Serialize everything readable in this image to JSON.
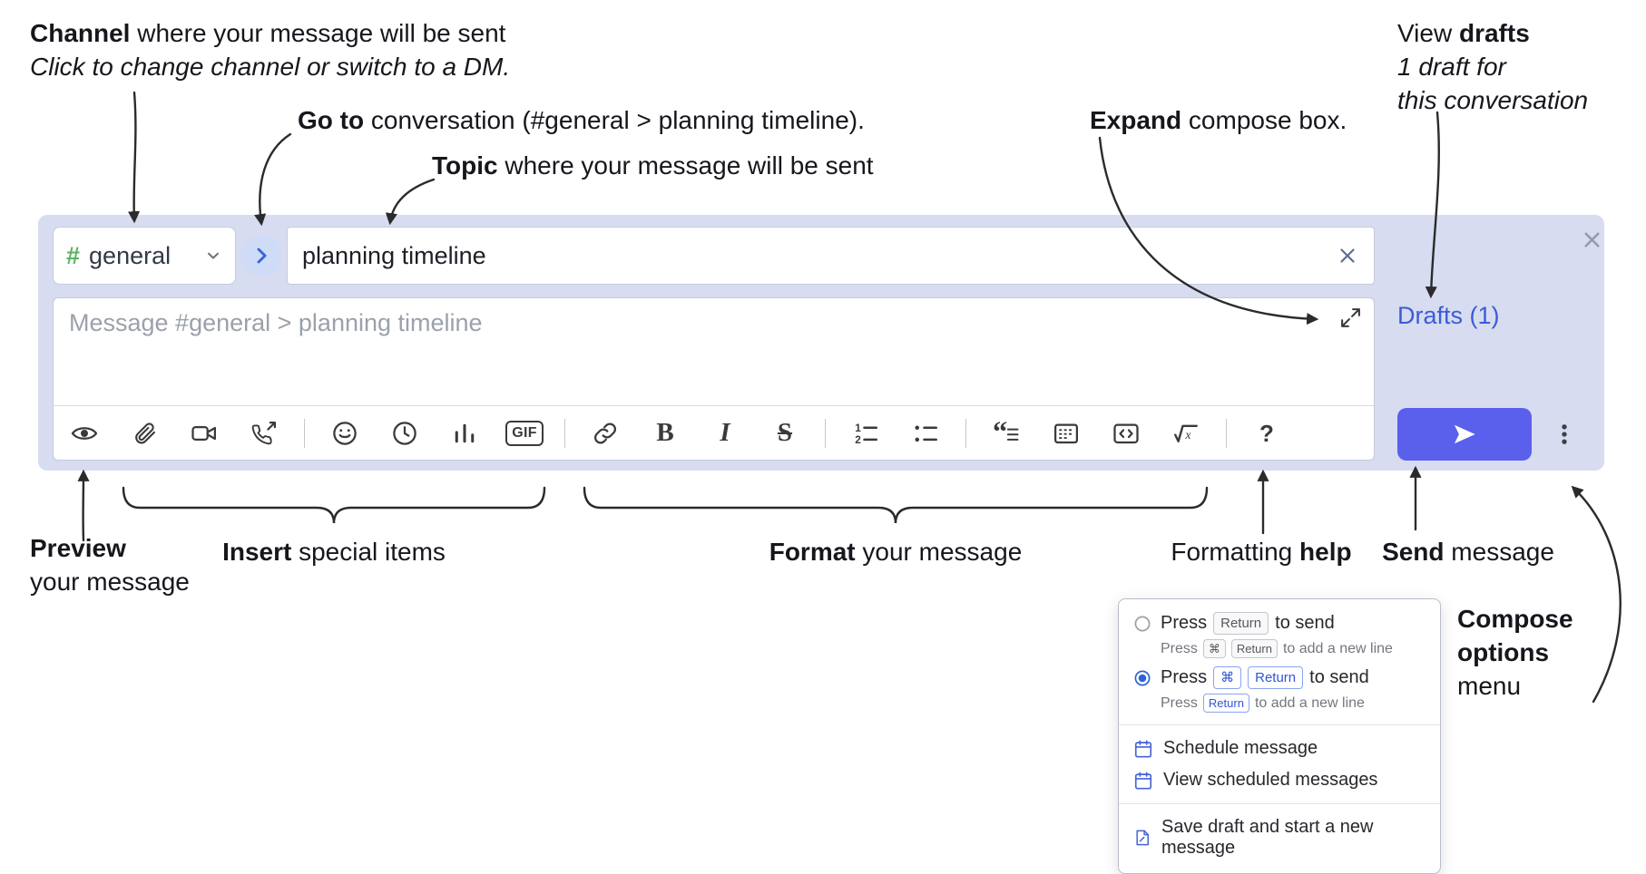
{
  "annotations": {
    "channel": {
      "bold": "Channel",
      "rest": " where your message will be sent",
      "subtitle": "Click to change channel or switch to a DM."
    },
    "go_to": {
      "bold": "Go to",
      "rest": " conversation (#general > planning timeline)."
    },
    "topic": {
      "bold": "Topic",
      "rest": " where your message will be sent"
    },
    "expand": {
      "bold": "Expand",
      "rest": " compose box."
    },
    "view_drafts": {
      "pre": "View ",
      "bold": "drafts",
      "line2": "1 draft for",
      "line3": "this conversation"
    },
    "preview": {
      "bold": "Preview",
      "line2": "your message"
    },
    "insert": {
      "bold": "Insert",
      "rest": " special items"
    },
    "format": {
      "bold": "Format",
      "rest": " your message"
    },
    "formatting_help": {
      "pre": "Formatting ",
      "bold": "help"
    },
    "send": {
      "bold": "Send",
      "rest": " message"
    },
    "compose_options": {
      "line1": "Compose",
      "line2": "options",
      "line3": "menu"
    }
  },
  "compose_box": {
    "channel_hash": "#",
    "channel_name": "general",
    "topic_value": "planning timeline",
    "message_placeholder": "Message #general > planning timeline",
    "drafts_link": "Drafts (1)"
  },
  "toolbar": {
    "gif": "GIF",
    "bold": "B",
    "italic": "I",
    "strikethrough": "S",
    "numbered_one": "1",
    "numbered_two": "2",
    "quote_mark": "“",
    "math_x": "x",
    "help": "?"
  },
  "options_menu": {
    "option_enter": {
      "press": "Press",
      "key_return": "Return",
      "suffix": "to send",
      "sub_press": "Press",
      "sub_key_cmd": "⌘",
      "sub_key_return": "Return",
      "sub_suffix": "to add a new line"
    },
    "option_cmd_enter": {
      "press": "Press",
      "key_cmd": "⌘",
      "key_return": "Return",
      "suffix": "to send",
      "sub_press": "Press",
      "sub_key_return": "Return",
      "sub_suffix": "to add a new line"
    },
    "schedule_message": "Schedule message",
    "view_scheduled": "View scheduled messages",
    "save_draft": "Save draft and start a new message"
  },
  "colors": {
    "compose_background": "#d7dcf0",
    "send_button": "#5a60ec",
    "drafts_link": "#3b5bd9",
    "channel_hash_green": "#5cb35f",
    "selected_key_blue": "#3354d1",
    "annotation_ink": "#2b2b2b"
  }
}
